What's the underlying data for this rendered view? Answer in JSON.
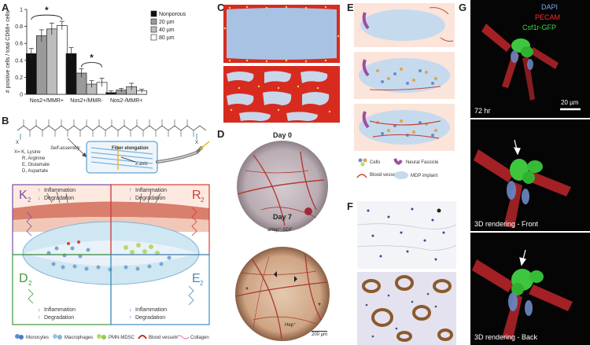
{
  "panels": {
    "A": "A",
    "B": "B",
    "C": "C",
    "D": "D",
    "E": "E",
    "F": "F",
    "G": "G"
  },
  "chart_data": {
    "type": "bar",
    "ylabel": "# positive cells / total CD68+ cells",
    "ylim": [
      0,
      1
    ],
    "yticks": [
      "0",
      "0.2",
      "0.4",
      "0.6",
      "0.8",
      "1"
    ],
    "categories": [
      "Nos2+/MMR+",
      "Nos2+/MMR-",
      "Nos2-/MMR+"
    ],
    "series": [
      {
        "name": "Nonporous",
        "color": "#111111",
        "values": [
          0.48,
          0.48,
          0.02
        ]
      },
      {
        "name": "20 µm",
        "color": "#9a9a9a",
        "values": [
          0.69,
          0.25,
          0.05
        ]
      },
      {
        "name": "40 µm",
        "color": "#bdbdbd",
        "values": [
          0.77,
          0.12,
          0.09
        ]
      },
      {
        "name": "80 µm",
        "color": "#ffffff",
        "values": [
          0.81,
          0.14,
          0.04
        ]
      }
    ],
    "errors": [
      [
        0.06,
        0.07,
        0.02
      ],
      [
        0.07,
        0.05,
        0.02
      ],
      [
        0.07,
        0.04,
        0.04
      ],
      [
        0.05,
        0.05,
        0.02
      ]
    ],
    "annotations": [
      "*",
      "*"
    ]
  },
  "panelB": {
    "legend_abbrev": [
      "X= K, Lysine",
      "R, Arginine",
      "E, Glutamate",
      "D, Aspartate"
    ],
    "self_assembly": "Self-assembly",
    "fiber_elongation": "Fiber elongation",
    "x_axis": "x-axis",
    "quadrants": [
      {
        "label": "K",
        "sub": "2",
        "color": "#7a4fa0",
        "l1": "Inflammation",
        "l2": "Degradation"
      },
      {
        "label": "R",
        "sub": "2",
        "color": "#d43c35",
        "l1": "Inflammation",
        "l2": "Degradation"
      },
      {
        "label": "D",
        "sub": "2",
        "color": "#3e9b3c",
        "l1": "Inflammation",
        "l2": "Degradation"
      },
      {
        "label": "E",
        "sub": "2",
        "color": "#3e8ec4",
        "l1": "Inflammation",
        "l2": "Degradation"
      }
    ],
    "legend": [
      "Monocytes",
      "Macrophages",
      "PMN-MDSC",
      "Blood vessels",
      "Collagen"
    ]
  },
  "panelD": {
    "day0": "Day 0",
    "day7": "Day 7",
    "label1": "aHep⁺-SDF",
    "label2": "Hep⁺",
    "scale": "200 µm"
  },
  "panelE": {
    "legend": [
      "Cells",
      "Neural Fascicle",
      "Blood vessels",
      "MDP implant"
    ]
  },
  "panelG": {
    "dapi": "DAPI",
    "pecam": "PECAM",
    "gfp": "Csf1r-GFP",
    "scale": "20 µm",
    "time": "72 hr",
    "front": "3D rendering - Front",
    "back": "3D rendering - Back"
  }
}
